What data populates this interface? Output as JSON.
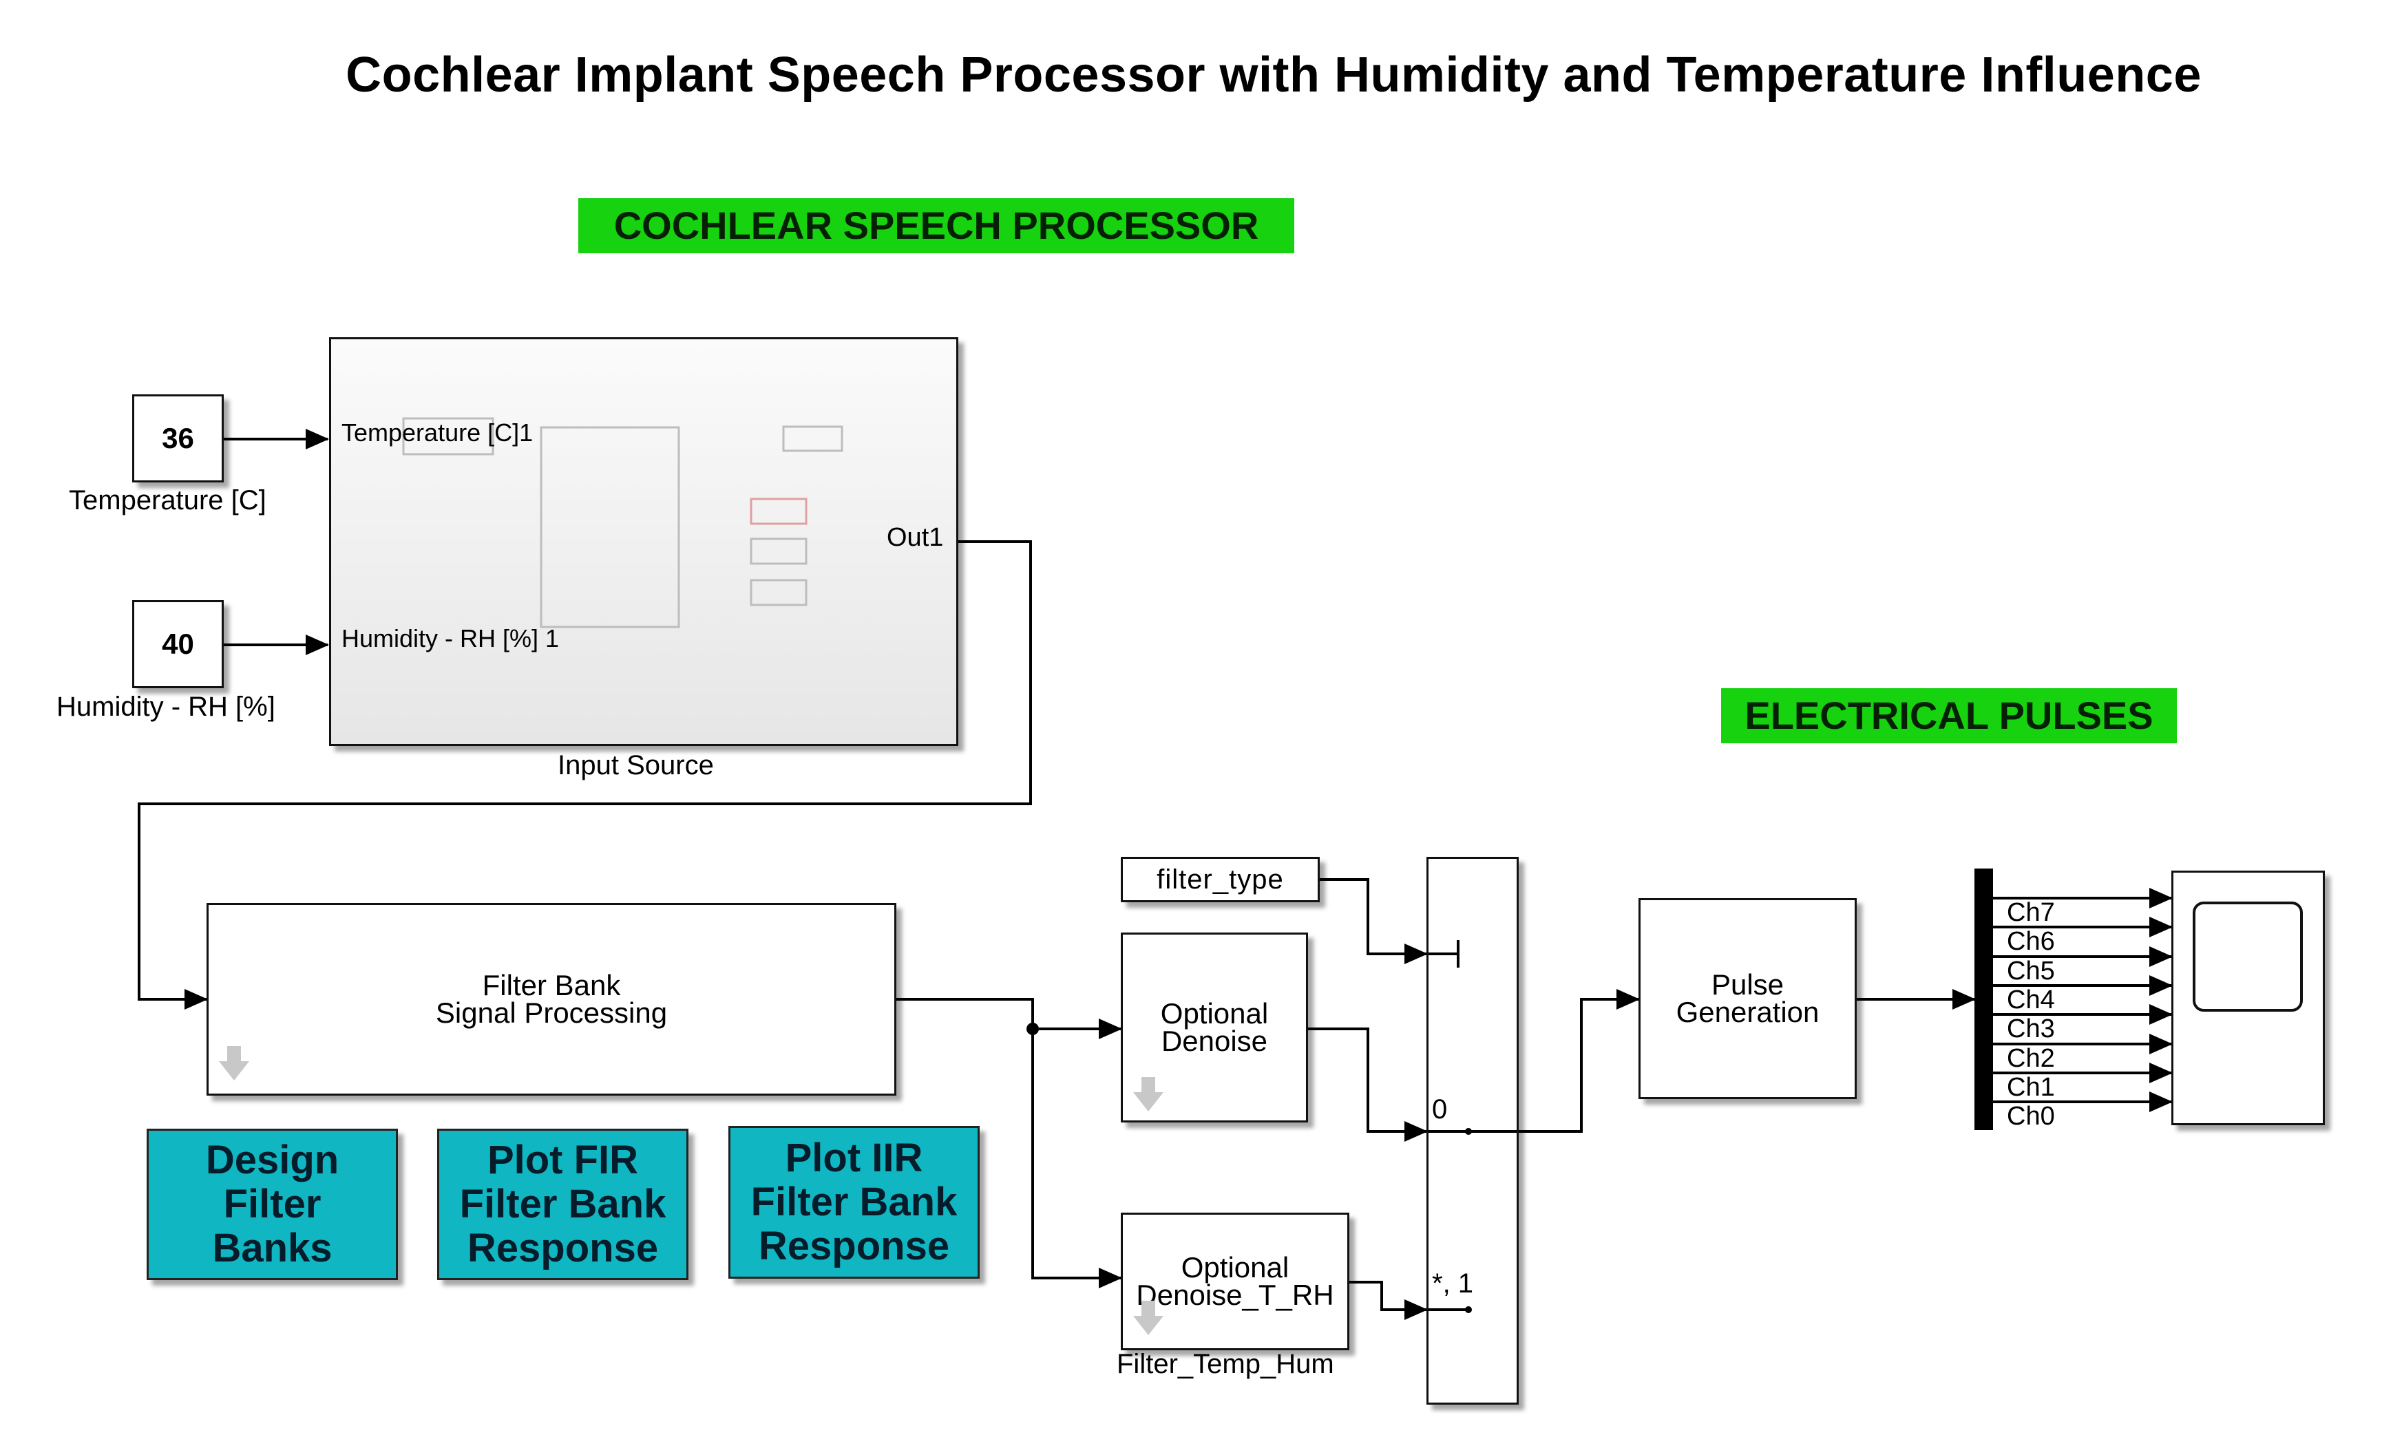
{
  "title": "Cochlear Implant Speech Processor with Humidity and Temperature Influence",
  "areas": {
    "speech": "COCHLEAR SPEECH PROCESSOR",
    "pulses": "ELECTRICAL PULSES"
  },
  "constants": {
    "temperature": {
      "value": "36",
      "label": "Temperature [C]"
    },
    "humidity": {
      "value": "40",
      "label": "Humidity - RH [%]"
    }
  },
  "input_source": {
    "name": "Input Source",
    "in1": "Temperature [C]1",
    "in2": "Humidity - RH [%] 1",
    "out1": "Out1"
  },
  "filter_bank": {
    "text": "Filter Bank\nSignal Processing"
  },
  "filter_type": {
    "text": "filter_type"
  },
  "denoise": {
    "text": "Optional\nDenoise"
  },
  "denoise_trh": {
    "text": "Optional\nDenoise_T_RH",
    "name": "Filter_Temp_Hum"
  },
  "switch": {
    "port0": "0",
    "port1": "*, 1"
  },
  "pulse_generation": {
    "text": "Pulse\nGeneration"
  },
  "channels": [
    "Ch7",
    "Ch6",
    "Ch5",
    "Ch4",
    "Ch3",
    "Ch2",
    "Ch1",
    "Ch0"
  ],
  "buttons": {
    "design": "Design\nFilter\nBanks",
    "fir": "Plot FIR\nFilter Bank\nResponse",
    "iir": "Plot IIR\nFilter Bank\nResponse"
  },
  "colors": {
    "area_label": "#16d20f",
    "button": "#10b7c2"
  },
  "icons": {
    "mask": "down-arrow-icon",
    "scope": "scope-display-icon"
  }
}
